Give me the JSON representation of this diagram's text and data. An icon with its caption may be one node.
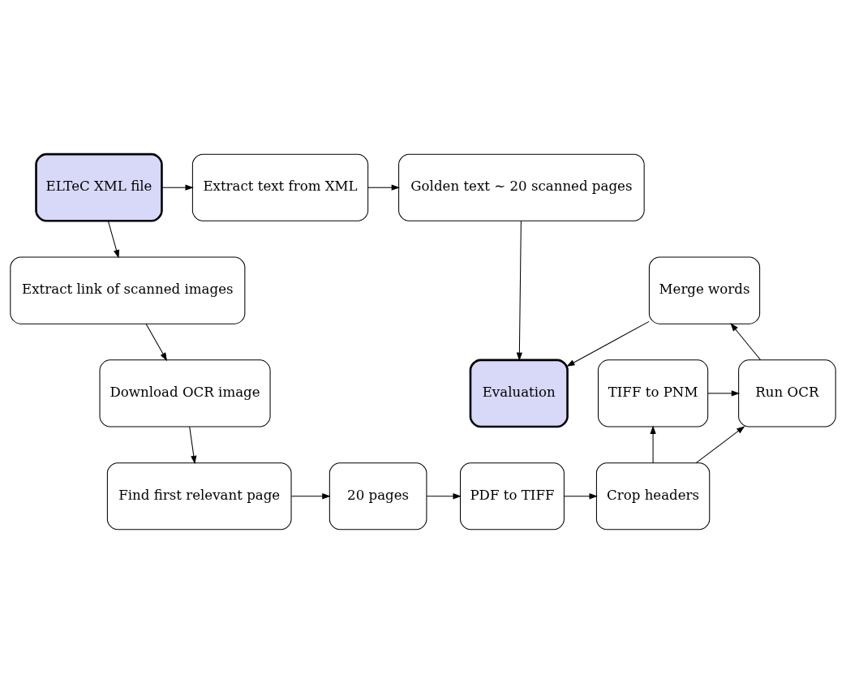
{
  "diagram": {
    "nodes": [
      {
        "text": [
          "ELTeC XML file"
        ]
      },
      {
        "text": [
          "Extract text from XML"
        ]
      },
      {
        "text": [
          "Golden text ∼ 20 scanned pages"
        ]
      },
      {
        "text": [
          "Evaluation"
        ]
      },
      {
        "text": [
          "Extract link of scanned images"
        ]
      },
      {
        "text": [
          "Merge words"
        ]
      },
      {
        "text": [
          "Download OCR image"
        ]
      },
      {
        "text": [
          "Run OCR"
        ]
      },
      {
        "text": [
          "TIFF to PNM"
        ]
      },
      {
        "text": [
          "Find first relevant page"
        ]
      },
      {
        "text": [
          "20 pages"
        ]
      },
      {
        "text": [
          "PDF to TIFF"
        ]
      },
      {
        "text": [
          "Crop headers"
        ]
      }
    ],
    "edges": [
      {
        "from": 0,
        "to": 1,
        "arrow": "to"
      },
      {
        "from": 1,
        "to": 2,
        "arrow": "to"
      },
      {
        "from": 2,
        "to": 3,
        "arrow": "to"
      },
      {
        "from": 5,
        "to": 3,
        "arrow": "to"
      },
      {
        "from": 0,
        "to": 4,
        "arrow": "to"
      },
      {
        "from": 4,
        "to": 6,
        "arrow": "to"
      },
      {
        "from": 6,
        "to": 9,
        "arrow": "to"
      },
      {
        "from": 9,
        "to": 10,
        "arrow": "to"
      },
      {
        "from": 10,
        "to": 11,
        "arrow": "to"
      },
      {
        "from": 11,
        "to": 12,
        "arrow": "to"
      },
      {
        "from": 12,
        "to": 7,
        "arrow": "to"
      },
      {
        "from": 12,
        "to": 8,
        "arrow": "to"
      },
      {
        "from": 8,
        "to": 7,
        "arrow": "to"
      },
      {
        "from": 7,
        "to": 5,
        "arrow": "to"
      }
    ]
  }
}
